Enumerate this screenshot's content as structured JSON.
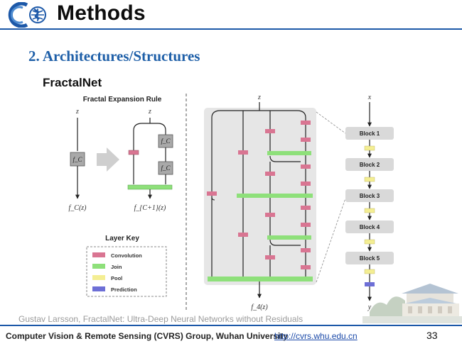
{
  "header": {
    "title": "Methods",
    "logo_icon": "cvrs-globe-logo-icon"
  },
  "section_heading": "2. Architectures/Structures",
  "subtitle": "FractalNet",
  "figure": {
    "expansion_rule_title": "Fractal Expansion Rule",
    "z_label": "z",
    "fc_label": "f_C",
    "fc_output": "f_C(z)",
    "fc1_output": "f_{C+1}(z)",
    "f4_output": "f_4(z)",
    "x_label": "x",
    "y_label": "y",
    "layer_key_title": "Layer Key",
    "legend": [
      {
        "label": "Convolution",
        "color": "#d97592"
      },
      {
        "label": "Join",
        "color": "#8ee07a"
      },
      {
        "label": "Pool",
        "color": "#f4ee93"
      },
      {
        "label": "Prediction",
        "color": "#6d6fd6"
      }
    ],
    "blocks": [
      "Block 1",
      "Block 2",
      "Block 3",
      "Block 4",
      "Block 5"
    ]
  },
  "citation": "Gustav Larsson, FractalNet: Ultra-Deep Neural Networks without Residuals",
  "footer": {
    "organization": "Computer Vision & Remote Sensing (CVRS) Group, Wuhan University",
    "url": "http://cvrs.whu.edu.cn",
    "page_number": "33"
  },
  "colors": {
    "accent_blue": "#1c58a8",
    "heading_blue": "#1e5fa8"
  }
}
